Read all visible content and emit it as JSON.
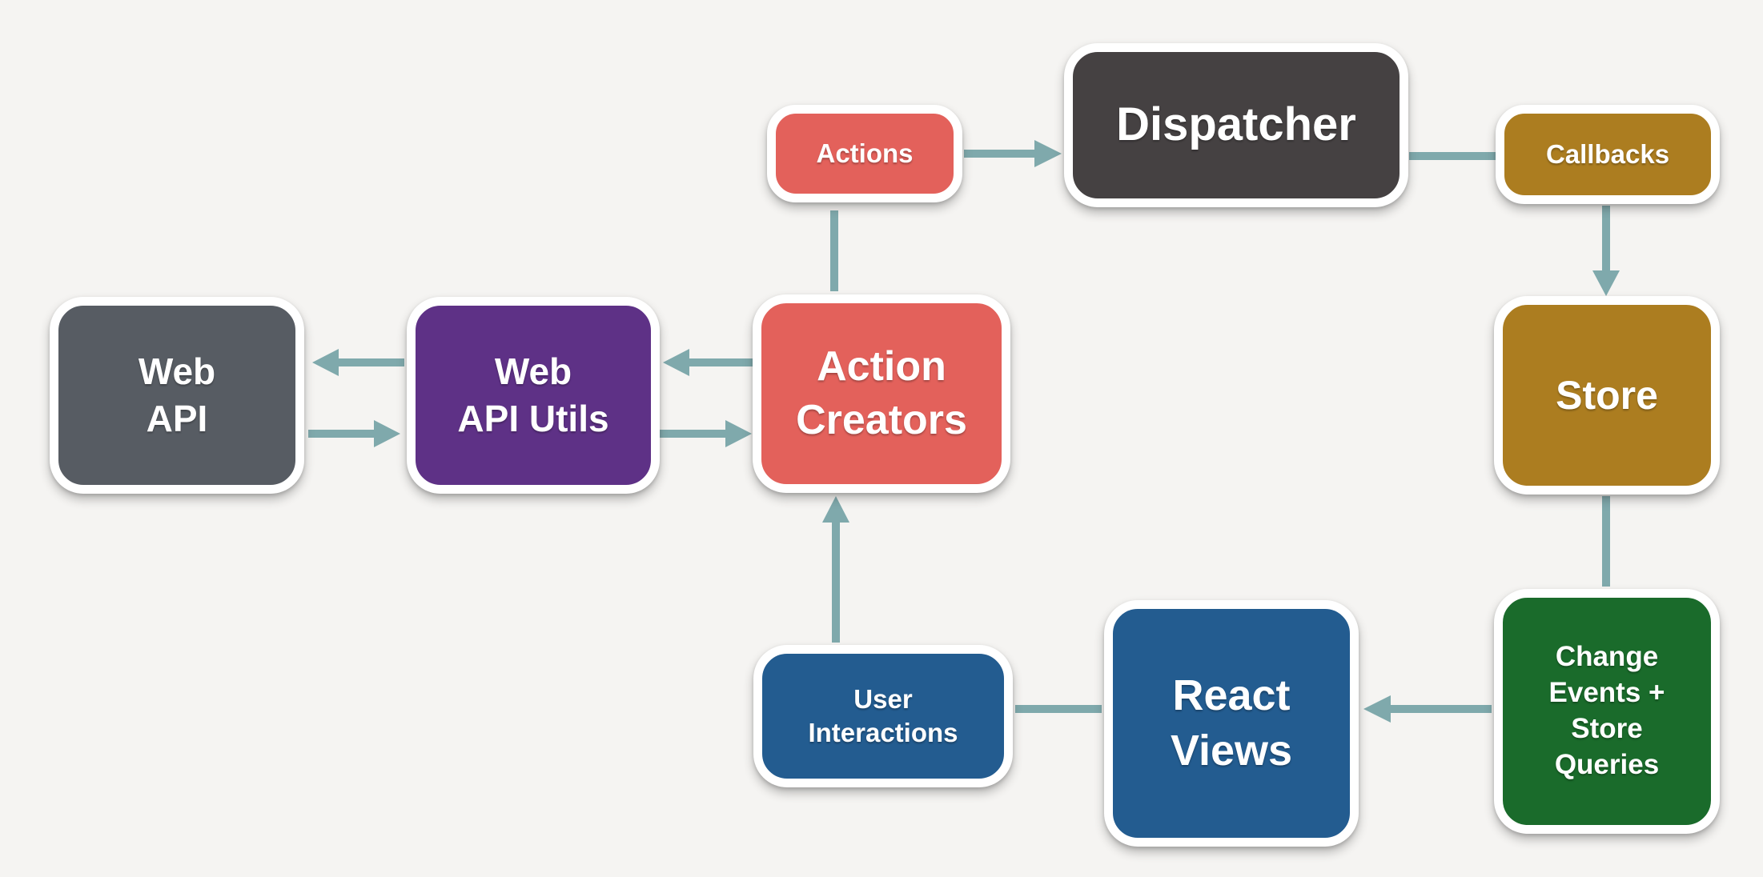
{
  "colors": {
    "background": "#f5f4f2",
    "connector": "#7fa9ac",
    "node_border": "#ffffff",
    "coral": "#e3615b",
    "charcoal": "#454142",
    "slate_gray": "#575c63",
    "purple": "#5e3186",
    "gold": "#ac7d20",
    "green": "#1a6b2b",
    "navy_blue": "#235c90"
  },
  "nodes": {
    "web_api": {
      "label": "Web\nAPI",
      "color": "#575c63"
    },
    "web_api_utils": {
      "label": "Web\nAPI Utils",
      "color": "#5e3186"
    },
    "action_creators": {
      "label": "Action\nCreators",
      "color": "#e3615b"
    },
    "actions": {
      "label": "Actions",
      "color": "#e3615b"
    },
    "dispatcher": {
      "label": "Dispatcher",
      "color": "#454142"
    },
    "callbacks": {
      "label": "Callbacks",
      "color": "#ac7d20"
    },
    "store": {
      "label": "Store",
      "color": "#ac7d20"
    },
    "change_events": {
      "label": "Change\nEvents +\nStore\nQueries",
      "color": "#1a6b2b"
    },
    "react_views": {
      "label": "React\nViews",
      "color": "#235c90"
    },
    "user_interactions": {
      "label": "User\nInteractions",
      "color": "#235c90"
    }
  },
  "edges": [
    {
      "from": "actions",
      "to": "dispatcher",
      "arrowhead": true
    },
    {
      "from": "dispatcher",
      "to": "callbacks",
      "arrowhead": false
    },
    {
      "from": "callbacks",
      "to": "store",
      "arrowhead": true
    },
    {
      "from": "store",
      "to": "change_events",
      "arrowhead": false
    },
    {
      "from": "change_events",
      "to": "react_views",
      "arrowhead": true
    },
    {
      "from": "react_views",
      "to": "user_interactions",
      "arrowhead": false
    },
    {
      "from": "user_interactions",
      "to": "action_creators",
      "arrowhead": true
    },
    {
      "from": "action_creators",
      "to": "actions",
      "arrowhead": false
    },
    {
      "from": "action_creators",
      "to": "web_api_utils",
      "arrowhead": true
    },
    {
      "from": "web_api_utils",
      "to": "web_api",
      "arrowhead": true
    },
    {
      "from": "web_api",
      "to": "web_api_utils",
      "arrowhead": true
    },
    {
      "from": "web_api_utils",
      "to": "action_creators",
      "arrowhead": true
    }
  ]
}
